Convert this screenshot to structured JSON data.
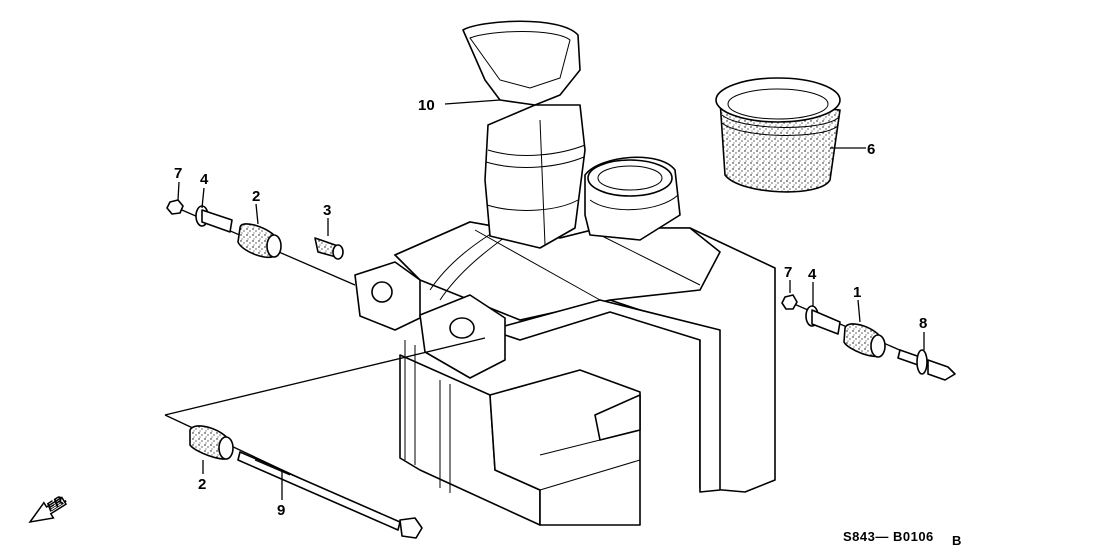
{
  "diagram": {
    "callouts": [
      {
        "id": "c1",
        "label": "1"
      },
      {
        "id": "c2a",
        "label": "2"
      },
      {
        "id": "c2b",
        "label": "2"
      },
      {
        "id": "c3",
        "label": "3"
      },
      {
        "id": "c4a",
        "label": "4"
      },
      {
        "id": "c4b",
        "label": "4"
      },
      {
        "id": "c6",
        "label": "6"
      },
      {
        "id": "c7a",
        "label": "7"
      },
      {
        "id": "c7b",
        "label": "7"
      },
      {
        "id": "c8",
        "label": "8"
      },
      {
        "id": "c9",
        "label": "9"
      },
      {
        "id": "c10",
        "label": "10"
      }
    ],
    "diagram_code": "S843—  B0106",
    "revision": "B",
    "direction_label": "FR."
  }
}
